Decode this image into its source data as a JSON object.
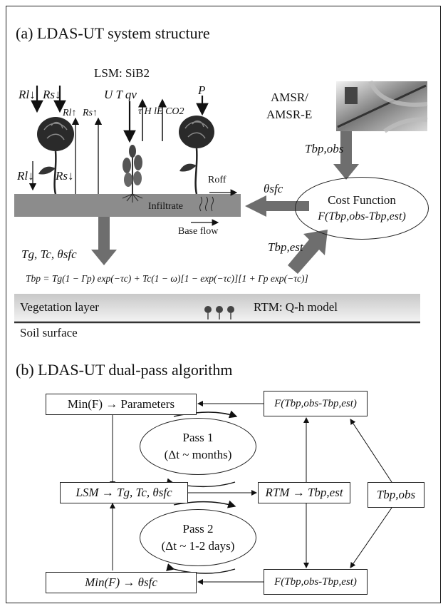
{
  "panel_a": {
    "title": "(a) LDAS-UT system structure",
    "lsm_label": "LSM: SiB2",
    "rad_left_down": "Rl↓",
    "rad_left_sdown": "Rs↓",
    "rad_left_up_l": "Rl↑",
    "rad_left_up_s": "Rs↑",
    "rad_under_l": "Rl↓",
    "rad_under_s": "Rs↓",
    "met_vars": "U  T  qv",
    "flux_vars": "τ  H  lE CO2",
    "precip": "P",
    "sensor_label_1": "AMSR/",
    "sensor_label_2": "AMSR-E",
    "tb_obs": "Tbp,obs",
    "roff": "Roff",
    "infiltrate": "Infiltrate",
    "base_flow": "Base flow",
    "theta_sfc": "θsfc",
    "cost_title": "Cost Function",
    "cost_formula": "F(Tbp,obs-Tbp,est)",
    "state_vars": "Tg, Tc, θsfc",
    "tb_est": "Tbp,est",
    "rtm_equation": "Tbp = Tg(1 − Γp) exp(−τc) + Tc(1 − ω)[1 − exp(−τc)][1 + Γp exp(−τc)]",
    "vegetation_layer": "Vegetation layer",
    "rtm_label": "RTM: Q-h model",
    "soil_surface": "Soil surface"
  },
  "panel_b": {
    "title": "(b) LDAS-UT dual-pass algorithm",
    "min_params": "Min(F) → Parameters",
    "f_top": "F(Tbp,obs-Tbp,est)",
    "pass1_line1": "Pass 1",
    "pass1_line2": "(Δt ~ months)",
    "lsm_box": "LSM → Tg, Tc, θsfc",
    "rtm_box": "RTM → Tbp,est",
    "tb_obs_box": "Tbp,obs",
    "pass2_line1": "Pass 2",
    "pass2_line2": "(Δt ~ 1-2 days)",
    "min_theta": "Min(F) → θsfc",
    "f_bottom": "F(Tbp,obs-Tbp,est)"
  },
  "colors": {
    "arrow_gray": "#6e6e6e",
    "soil_slab": "#8c8c8c",
    "rose_dark": "#2a2a2a"
  }
}
